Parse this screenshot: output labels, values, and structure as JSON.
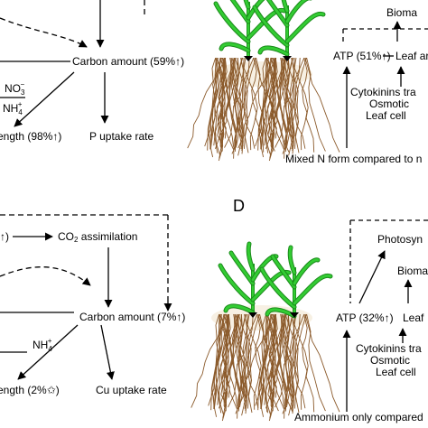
{
  "panel_top": {
    "no3_label": "NO",
    "no3_sub": "3",
    "no3_sup": "−",
    "nh4_label": "NH",
    "nh4_sub": "4",
    "nh4_sup": "+",
    "carbon_text": "Carbon amount (59%",
    "carbon_arrow": "↑",
    "carbon_close": ")",
    "length_text": "ength (98%",
    "length_arrow": "↑",
    "length_close": ")",
    "uptake_text": "P uptake rate",
    "biomass_text": "Bioma",
    "atp_text": "ATP (51%",
    "atp_arrow": "↑",
    "atp_close": ")",
    "leaf_area_text": "Leaf ar",
    "cytokinins_text": "Cytokinins tra",
    "osmotic_text": "Osmotic",
    "leaf_cell_text": "Leaf cell",
    "mixed_text": "Mixed N form compared to n"
  },
  "panel_bottom": {
    "letter": "D",
    "arrow_prefix": "↑)",
    "co2_text": "CO",
    "co2_sub": "2",
    "co2_rest": " assimilation",
    "nh4_label": "NH",
    "nh4_sub": "4",
    "nh4_sup": "+",
    "carbon_text": "Carbon amount (7%",
    "carbon_arrow": "↑",
    "carbon_close": ")",
    "length_text": "ength (2%",
    "length_symbol": "✩",
    "length_close": ")",
    "uptake_text": "Cu uptake rate",
    "photosyn_text": "Photosyn",
    "biomass_text": "Bioma",
    "atp_text": "ATP (32%",
    "atp_arrow": "↑",
    "atp_close": ")",
    "leaf_text": "Leaf",
    "cytokinins_text": "Cytokinins tra",
    "osmotic_text": "Osmotic",
    "leaf_cell_text": "Leaf cell",
    "ammonium_text": "Ammonium only compared"
  },
  "colors": {
    "leaf": "#33cc33",
    "leaf_dark": "#1a8a1a",
    "root": "#8b5a2b",
    "stroke": "#000000"
  }
}
